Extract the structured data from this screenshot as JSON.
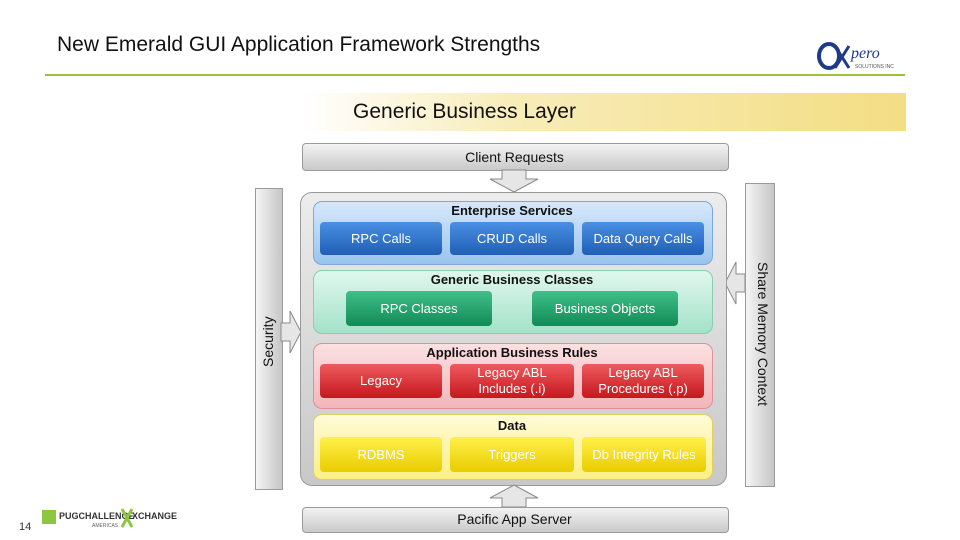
{
  "slide": {
    "title": "New Emerald GUI Application Framework Strengths",
    "page_number": "14",
    "logo_name": "expero-logo",
    "footer_logo_name": "pug-challenge-exchange-logo"
  },
  "banner": {
    "text": "Generic Business Layer"
  },
  "diagram": {
    "client_requests": "Client Requests",
    "server": "Pacific App Server",
    "security": "Security",
    "share_memory": "Share Memory Context",
    "layers": {
      "enterprise": {
        "title": "Enterprise Services",
        "items": [
          "RPC Calls",
          "CRUD Calls",
          "Data Query Calls"
        ]
      },
      "generic": {
        "title": "Generic Business Classes",
        "items": [
          "RPC Classes",
          "Business Objects"
        ]
      },
      "rules": {
        "title": "Application Business Rules",
        "items": [
          "Legacy",
          "Legacy ABL Includes (.i)",
          "Legacy ABL Procedures (.p)"
        ]
      },
      "data": {
        "title": "Data",
        "items": [
          "RDBMS",
          "Triggers",
          "Db Integrity Rules"
        ]
      }
    }
  },
  "colors": {
    "accent_rule": "#9bc23c",
    "enterprise": "#2f74cf",
    "generic": "#27a56f",
    "rules": "#d92d33",
    "data": "#f2dc1c"
  }
}
